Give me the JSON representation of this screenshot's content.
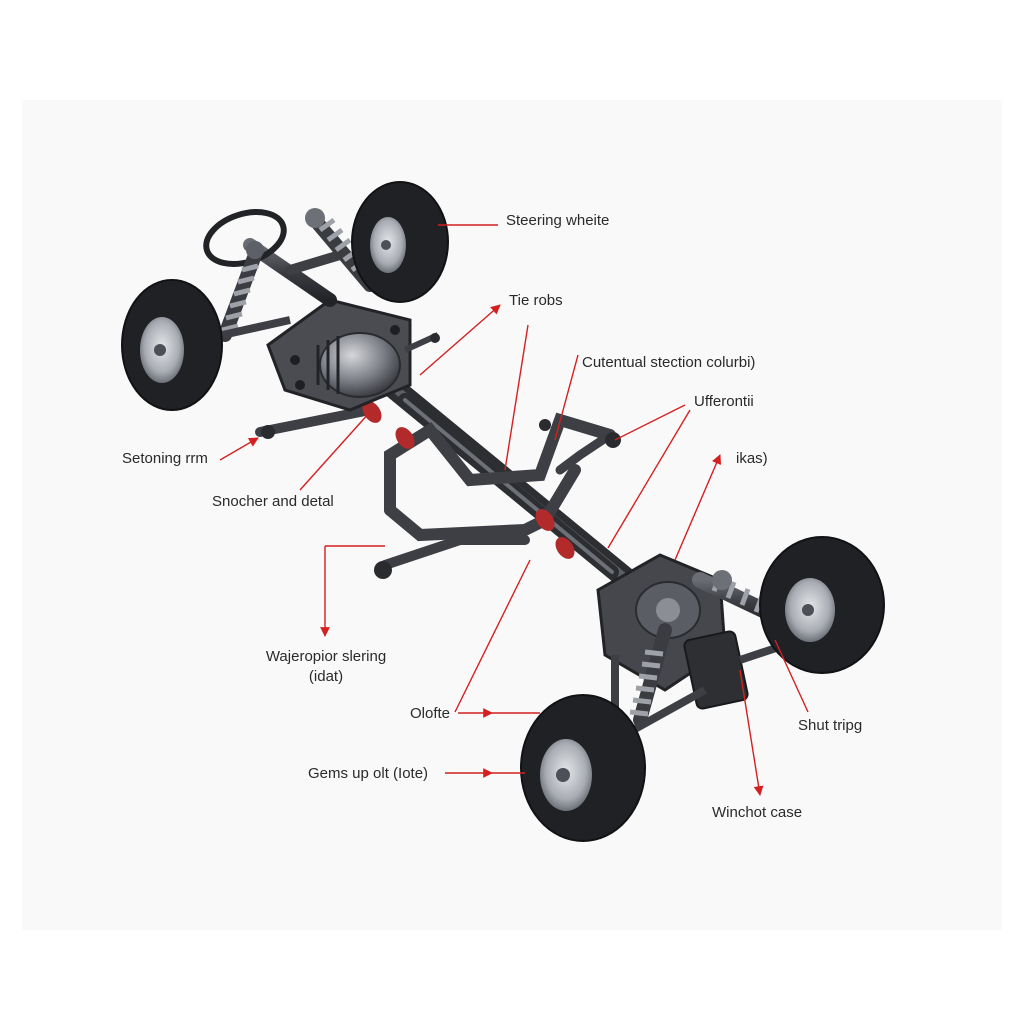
{
  "diagram": {
    "accent_color": "#d42020",
    "frame_color": "#3d3f44",
    "tire_color": "#1f2124",
    "labels": {
      "steering_wheel": "Steering wheite",
      "tie_rods": "Tie robs",
      "cutentual": "Cutentual stection colurbi)",
      "ufferontii": "Ufferontii",
      "ikas": "ikas)",
      "setoning": "Setoning rrm",
      "snocher": "Snocher and detal",
      "wajeropior_line1": "Wajeropior slering",
      "wajeropior_line2": "(idat)",
      "olofte": "Olofte",
      "shut_tripg": "Shut tripg",
      "gems": "Gems up olt (Iote)",
      "winchot": "Winchot case"
    }
  }
}
